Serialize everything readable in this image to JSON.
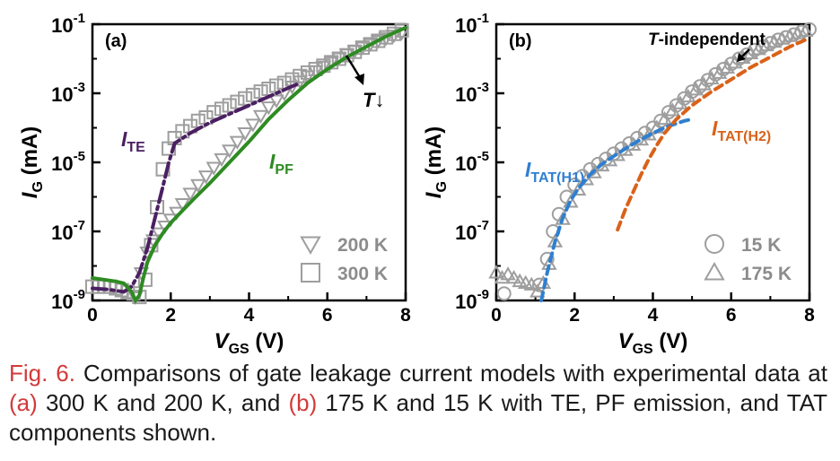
{
  "chart_data": [
    {
      "type": "scatter",
      "panel_label": "(a)",
      "xlabel": {
        "main": "V",
        "sub": "GS",
        "unit": " (V)"
      },
      "ylabel": {
        "main": "I",
        "sub": "G",
        "unit": " (mA)"
      },
      "xlim": [
        0,
        8
      ],
      "ylim_log10": [
        -9,
        -1
      ],
      "xticks": [
        "0",
        "2",
        "4",
        "6",
        "8"
      ],
      "yticks": [
        {
          "base": "10",
          "exp": "-1",
          "log": -1
        },
        {
          "base": "10",
          "exp": "-3",
          "log": -3
        },
        {
          "base": "10",
          "exp": "-5",
          "log": -5
        },
        {
          "base": "10",
          "exp": "-7",
          "log": -7
        },
        {
          "base": "10",
          "exp": "-9",
          "log": -9
        }
      ],
      "legend": [
        {
          "label": "200 K",
          "marker": "triangle-down",
          "color": "#9e9e9e"
        },
        {
          "label": "300 K",
          "marker": "square",
          "color": "#9e9e9e"
        }
      ],
      "annotations": [
        {
          "text": "I",
          "sub": "TE",
          "color": "#4b1f62"
        },
        {
          "text": "I",
          "sub": "PF",
          "color": "#2e8b22"
        },
        {
          "text": "T",
          "suffix": "↓",
          "color": "#000000"
        }
      ],
      "series": [
        {
          "name": "300 K",
          "marker": "square",
          "color": "#9e9e9e",
          "x": [
            0,
            0.15,
            0.3,
            0.45,
            0.6,
            0.75,
            0.9,
            1.05,
            1.2,
            1.35,
            1.5,
            1.65,
            1.8,
            1.95,
            2.1,
            2.3,
            2.5,
            2.7,
            2.9,
            3.1,
            3.3,
            3.5,
            3.7,
            3.9,
            4.1,
            4.3,
            4.5,
            4.7,
            4.9,
            5.1,
            5.3,
            5.5,
            5.7,
            5.9,
            6.1,
            6.3,
            6.5,
            6.7,
            6.9,
            7.1,
            7.3,
            7.5,
            7.7,
            7.9
          ],
          "y": [
            -8.6,
            -8.6,
            -8.6,
            -8.6,
            -8.65,
            -8.7,
            -8.75,
            -8.8,
            -8.9,
            -8.4,
            -7.4,
            -6.3,
            -5.2,
            -4.6,
            -4.3,
            -4.1,
            -3.95,
            -3.8,
            -3.7,
            -3.55,
            -3.45,
            -3.35,
            -3.25,
            -3.15,
            -3.05,
            -2.95,
            -2.87,
            -2.78,
            -2.7,
            -2.6,
            -2.5,
            -2.4,
            -2.3,
            -2.2,
            -2.1,
            -2.0,
            -1.9,
            -1.8,
            -1.68,
            -1.58,
            -1.48,
            -1.38,
            -1.28,
            -1.18
          ]
        },
        {
          "name": "200 K",
          "marker": "triangle-down",
          "color": "#9e9e9e",
          "x": [
            1.1,
            1.25,
            1.4,
            1.55,
            1.7,
            1.85,
            2.0,
            2.15,
            2.3,
            2.5,
            2.7,
            2.9,
            3.1,
            3.3,
            3.5,
            3.7,
            3.9,
            4.1,
            4.3,
            4.5,
            4.7,
            4.9,
            5.1,
            5.3,
            5.5,
            5.7,
            5.9,
            6.1,
            6.3,
            6.5,
            6.7,
            6.9,
            7.1,
            7.3,
            7.5,
            7.7,
            7.9
          ],
          "y": [
            -8.9,
            -8.2,
            -7.6,
            -7.25,
            -7.05,
            -6.85,
            -6.65,
            -6.45,
            -6.2,
            -5.9,
            -5.65,
            -5.4,
            -5.15,
            -4.9,
            -4.65,
            -4.4,
            -4.15,
            -3.9,
            -3.65,
            -3.4,
            -3.2,
            -3.0,
            -2.8,
            -2.65,
            -2.5,
            -2.35,
            -2.22,
            -2.1,
            -1.98,
            -1.87,
            -1.77,
            -1.67,
            -1.57,
            -1.48,
            -1.4,
            -1.32,
            -1.25
          ]
        }
      ],
      "fits": [
        {
          "label": "TE",
          "style": "dashdot",
          "color": "#4b1f62",
          "x": [
            0,
            0.4,
            0.8,
            1.0,
            1.2,
            1.4,
            1.6,
            1.8,
            1.95,
            2.1,
            2.5,
            3.0,
            3.5,
            4.0,
            4.5,
            5.0,
            5.3
          ],
          "y": [
            -8.65,
            -8.68,
            -8.75,
            -8.6,
            -8.2,
            -7.5,
            -6.6,
            -5.7,
            -5.0,
            -4.45,
            -4.15,
            -3.85,
            -3.6,
            -3.35,
            -3.1,
            -2.85,
            -2.7
          ]
        },
        {
          "label": "PF",
          "style": "solid",
          "color": "#2e8b22",
          "x": [
            0,
            0.3,
            0.6,
            0.8,
            1.0,
            1.1,
            1.2,
            1.3,
            1.4,
            1.6,
            1.8,
            2.0,
            2.3,
            2.6,
            3.0,
            3.5,
            4.0,
            4.5,
            5.0,
            5.5,
            6.0,
            6.5,
            7.0,
            7.5,
            8.0
          ],
          "y": [
            -8.35,
            -8.4,
            -8.45,
            -8.5,
            -8.75,
            -9.0,
            -8.85,
            -8.35,
            -7.9,
            -7.4,
            -7.05,
            -6.75,
            -6.4,
            -6.05,
            -5.6,
            -5.0,
            -4.4,
            -3.75,
            -3.2,
            -2.7,
            -2.3,
            -1.95,
            -1.65,
            -1.35,
            -1.1
          ]
        }
      ]
    },
    {
      "type": "scatter",
      "panel_label": "(b)",
      "xlabel": {
        "main": "V",
        "sub": "GS",
        "unit": " (V)"
      },
      "ylabel": {
        "main": "I",
        "sub": "G",
        "unit": " (mA)"
      },
      "xlim": [
        0,
        8
      ],
      "ylim_log10": [
        -9,
        -1
      ],
      "xticks": [
        "0",
        "2",
        "4",
        "6",
        "8"
      ],
      "yticks": [
        {
          "base": "10",
          "exp": "-1",
          "log": -1
        },
        {
          "base": "10",
          "exp": "-3",
          "log": -3
        },
        {
          "base": "10",
          "exp": "-5",
          "log": -5
        },
        {
          "base": "10",
          "exp": "-7",
          "log": -7
        },
        {
          "base": "10",
          "exp": "-9",
          "log": -9
        }
      ],
      "legend": [
        {
          "label": "15 K",
          "marker": "circle",
          "color": "#9e9e9e"
        },
        {
          "label": "175 K",
          "marker": "triangle-up",
          "color": "#9e9e9e"
        }
      ],
      "annotations": [
        {
          "text": "T",
          "suffix": "-independent",
          "color": "#000000"
        },
        {
          "text": "I",
          "sub": "TAT(H1)",
          "color": "#2f7fd0"
        },
        {
          "text": "I",
          "sub": "TAT(H2)",
          "color": "#d9621a"
        }
      ],
      "series": [
        {
          "name": "15 K",
          "marker": "circle",
          "color": "#9e9e9e",
          "x": [
            0.2,
            1.1,
            1.3,
            1.45,
            1.6,
            1.8,
            2.0,
            2.2,
            2.4,
            2.6,
            2.8,
            3.0,
            3.2,
            3.4,
            3.6,
            3.8,
            4.0,
            4.2,
            4.4,
            4.6,
            4.8,
            5.0,
            5.2,
            5.4,
            5.6,
            5.8,
            6.0,
            6.2,
            6.4,
            6.6,
            6.8,
            7.0,
            7.2,
            7.4,
            7.6,
            7.8,
            8.0
          ],
          "y": [
            -8.8,
            -8.55,
            -7.8,
            -7.0,
            -6.5,
            -6.0,
            -5.65,
            -5.4,
            -5.2,
            -5.05,
            -4.9,
            -4.75,
            -4.6,
            -4.45,
            -4.3,
            -4.15,
            -4.0,
            -3.8,
            -3.55,
            -3.35,
            -3.15,
            -2.95,
            -2.8,
            -2.62,
            -2.45,
            -2.3,
            -2.15,
            -2.0,
            -1.88,
            -1.75,
            -1.65,
            -1.55,
            -1.45,
            -1.38,
            -1.3,
            -1.22,
            -1.15
          ]
        },
        {
          "name": "175 K",
          "marker": "triangle-up",
          "color": "#9e9e9e",
          "x": [
            0,
            0.15,
            0.3,
            0.45,
            0.6,
            0.75,
            0.9,
            1.05,
            1.2,
            1.35,
            1.5,
            1.7,
            1.9,
            2.1,
            2.3,
            2.5,
            2.7,
            2.9,
            3.1,
            3.3,
            3.5,
            3.7,
            3.9,
            4.1,
            4.3,
            4.5,
            4.7,
            4.9,
            5.1,
            5.3,
            5.5,
            5.7,
            5.9,
            6.1,
            6.3,
            6.5,
            6.7,
            6.9,
            7.1,
            7.3,
            7.5,
            7.7,
            7.9
          ],
          "y": [
            -8.2,
            -8.35,
            -8.25,
            -8.35,
            -8.45,
            -8.5,
            -8.55,
            -8.75,
            -8.5,
            -7.95,
            -7.3,
            -6.65,
            -6.15,
            -5.8,
            -5.5,
            -5.3,
            -5.1,
            -4.95,
            -4.8,
            -4.65,
            -4.5,
            -4.35,
            -4.2,
            -4.0,
            -3.75,
            -3.5,
            -3.3,
            -3.1,
            -2.9,
            -2.75,
            -2.58,
            -2.42,
            -2.27,
            -2.12,
            -1.98,
            -1.85,
            -1.73,
            -1.62,
            -1.52,
            -1.43,
            -1.35,
            -1.27,
            -1.2
          ]
        }
      ],
      "fits": [
        {
          "label": "TAT(H1)",
          "style": "dashed",
          "color": "#2f7fd0",
          "x": [
            1.15,
            1.3,
            1.5,
            1.7,
            1.9,
            2.1,
            2.4,
            2.7,
            3.0,
            3.3,
            3.6,
            4.0,
            4.4,
            4.8,
            5.0
          ],
          "y": [
            -9.0,
            -8.2,
            -7.3,
            -6.6,
            -6.1,
            -5.75,
            -5.35,
            -5.05,
            -4.82,
            -4.6,
            -4.4,
            -4.15,
            -3.95,
            -3.8,
            -3.75
          ]
        },
        {
          "label": "TAT(H2)",
          "style": "dashed",
          "color": "#d9621a",
          "x": [
            3.1,
            3.3,
            3.5,
            3.7,
            3.9,
            4.1,
            4.3,
            4.6,
            5.0,
            5.5,
            6.0,
            6.5,
            7.0,
            7.5,
            8.0
          ],
          "y": [
            -6.95,
            -6.35,
            -5.85,
            -5.35,
            -4.9,
            -4.5,
            -4.15,
            -3.75,
            -3.35,
            -2.95,
            -2.6,
            -2.25,
            -1.95,
            -1.65,
            -1.4
          ]
        }
      ]
    }
  ],
  "caption": {
    "fig": "Fig. 6.",
    "text1": "   Comparisons of gate leakage current models with experimental data at ",
    "a": "(a)",
    "text2": " 300 K and 200 K, and ",
    "b": "(b)",
    "text3": " 175 K and 15 K with TE, PF emission, and TAT components shown."
  }
}
